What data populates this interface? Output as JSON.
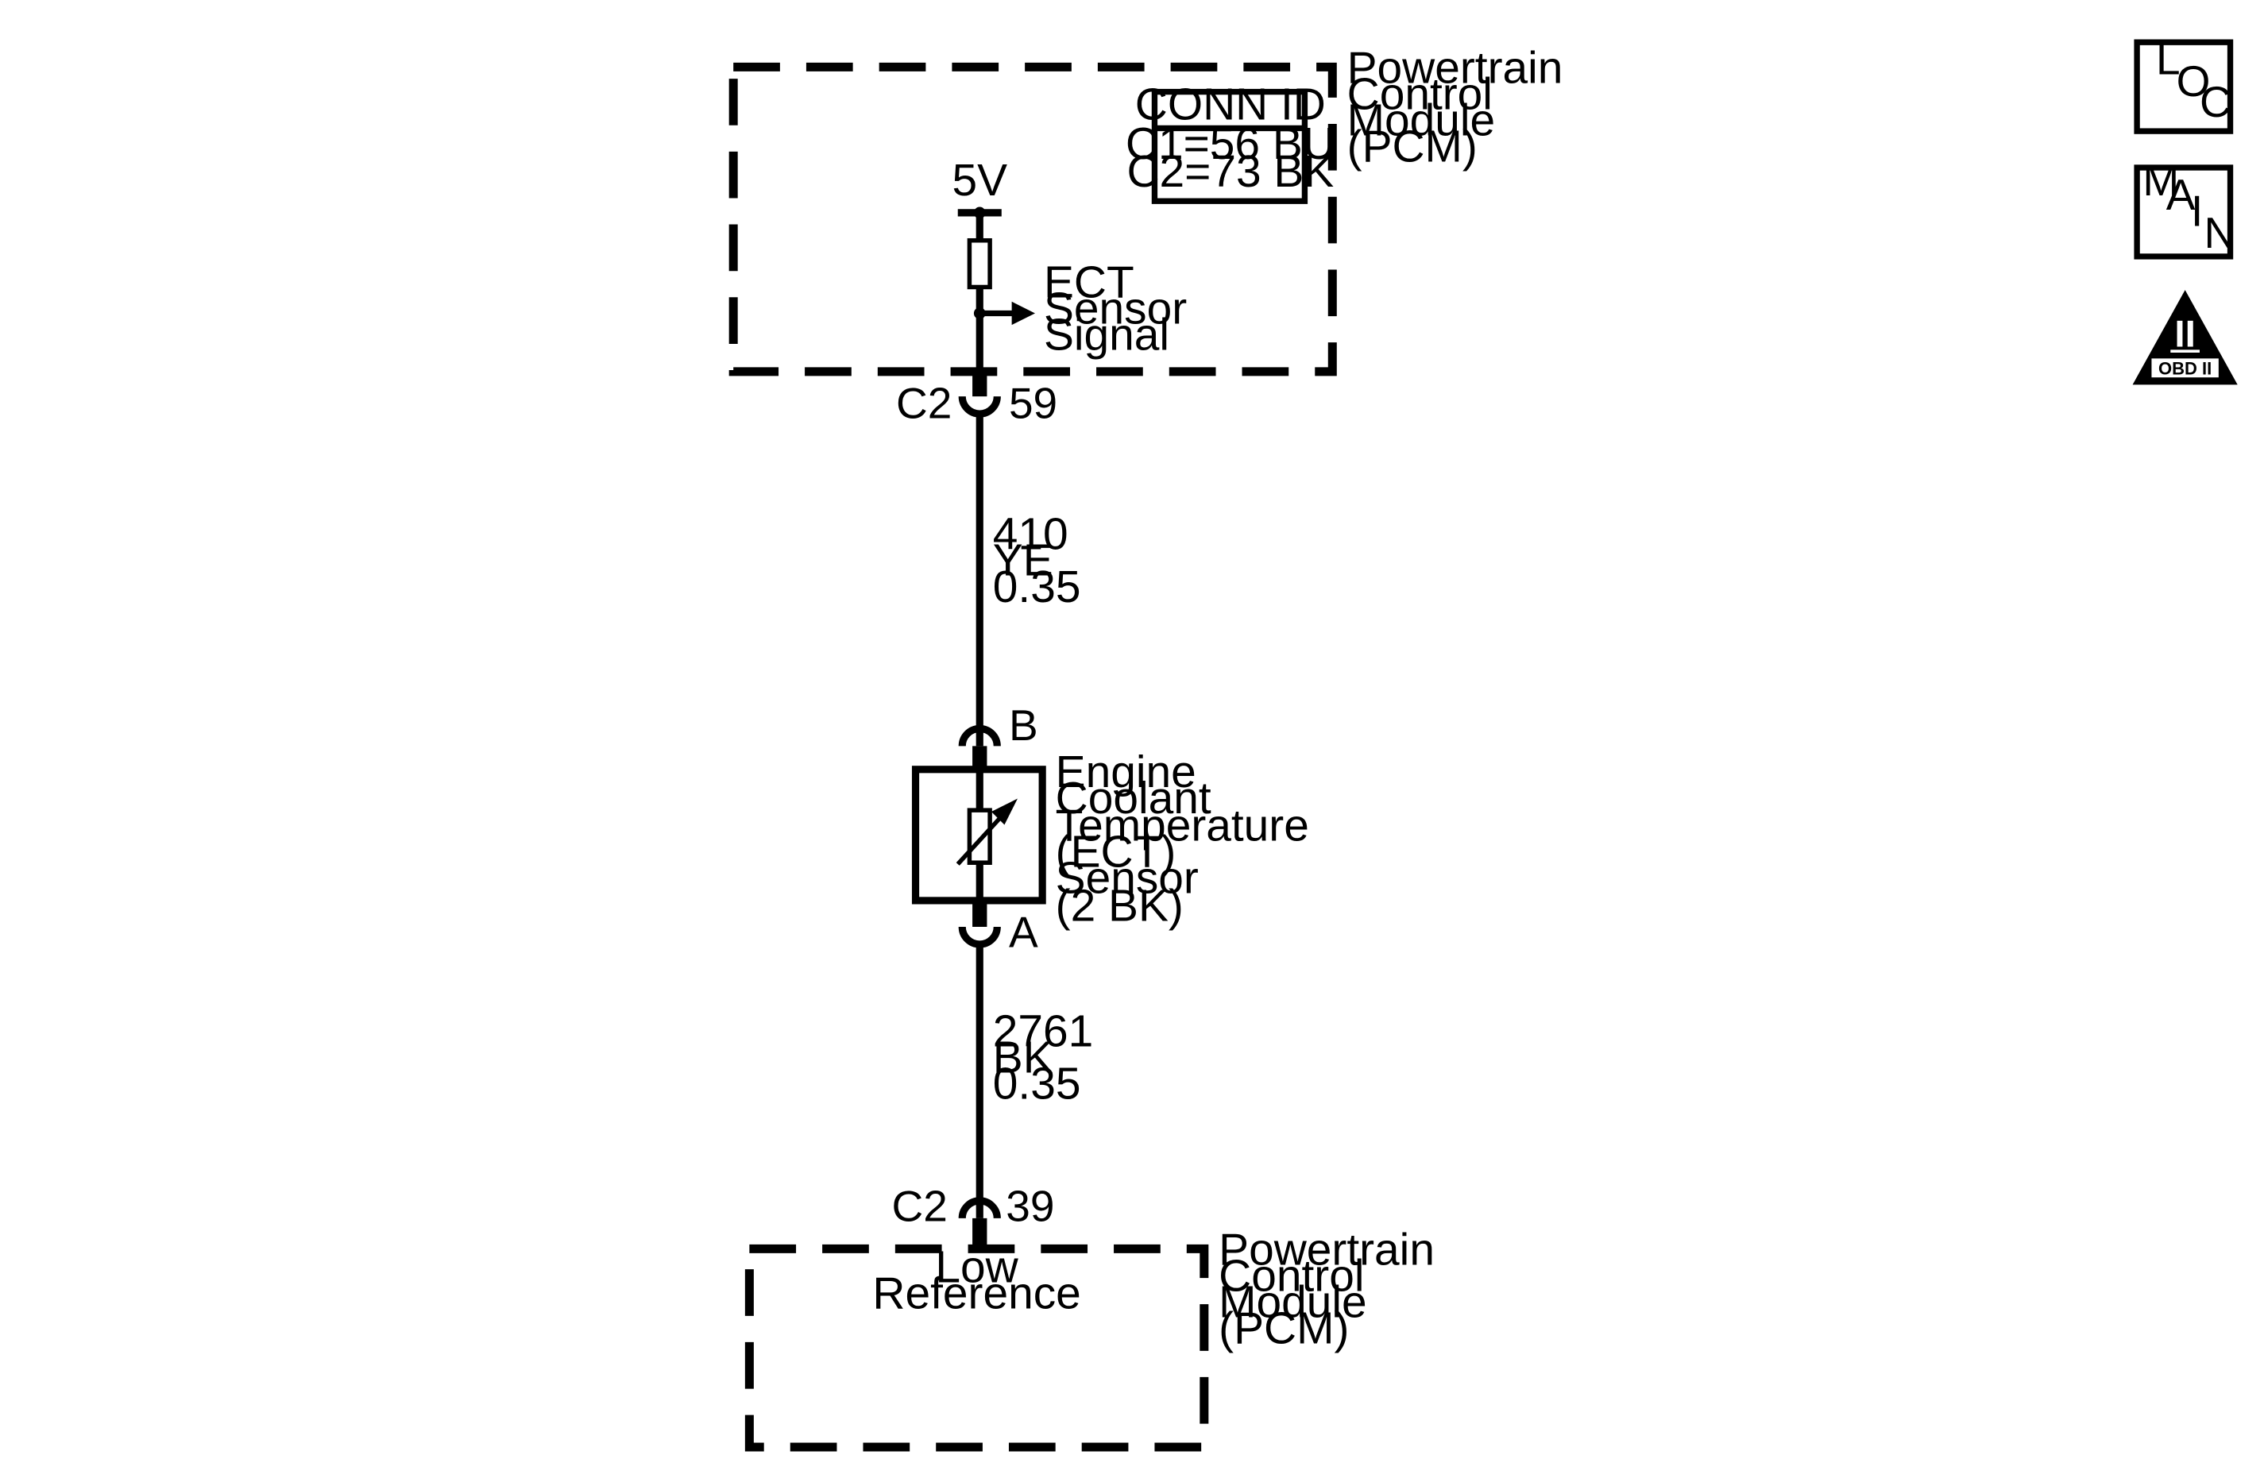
{
  "pcm_top": {
    "label_lines": [
      "Powertrain",
      "Control",
      "Module",
      "(PCM)"
    ],
    "conn_id": {
      "title": "CONN ID",
      "lines": [
        "C1=56 BU",
        "C2=73 BK"
      ]
    },
    "supply": "5V",
    "signal_lines": [
      "ECT",
      "Sensor",
      "Signal"
    ]
  },
  "connector_top": {
    "conn": "C2",
    "pin": "59"
  },
  "wire_1": {
    "lines": [
      "410",
      "YE",
      "0.35"
    ]
  },
  "sensor": {
    "pin_top": "B",
    "pin_bottom": "A",
    "label_lines": [
      "Engine",
      "Coolant",
      "Temperature",
      "(ECT)",
      "Sensor",
      "(2 BK)"
    ]
  },
  "wire_2": {
    "lines": [
      "2761",
      "BK",
      "0.35"
    ]
  },
  "connector_bottom": {
    "conn": "C2",
    "pin": "39"
  },
  "pcm_bottom": {
    "label_lines": [
      "Powertrain",
      "Control",
      "Module",
      "(PCM)"
    ],
    "ref_lines": [
      "Low",
      "Reference"
    ]
  },
  "icons": {
    "loc": [
      "L",
      "O",
      "C"
    ],
    "main": [
      "M",
      "A",
      "I",
      "N"
    ],
    "obd": {
      "numeral": "II",
      "label": "OBD II"
    }
  }
}
